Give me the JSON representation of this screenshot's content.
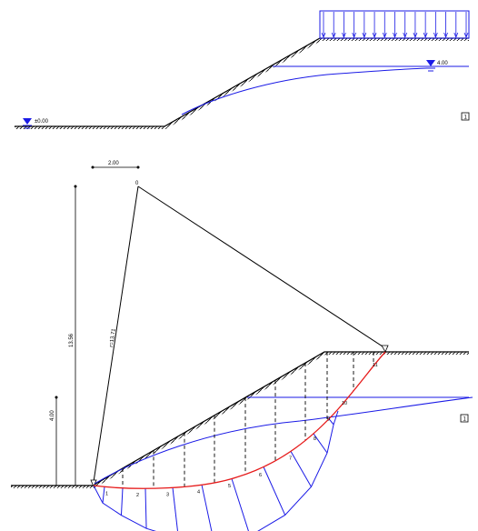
{
  "top_panel": {
    "left_water_label": "±0.00",
    "right_water_label": "4.00",
    "panel_badge": "1",
    "load_arrow_count": 15
  },
  "bottom_panel": {
    "top_dimension_label": "2.00",
    "center_point_label": "0",
    "radius_label": "r=13.71",
    "height_dimension_label": "13.56",
    "step_dimension_label": "4.00",
    "panel_badge": "1",
    "slice_numbers": [
      "1",
      "2",
      "3",
      "4",
      "5",
      "6",
      "7",
      "8",
      "9",
      "10",
      "11"
    ]
  },
  "colors": {
    "line": "#000000",
    "water": "#1a1ae6",
    "slip_surface": "#e61a1a"
  }
}
